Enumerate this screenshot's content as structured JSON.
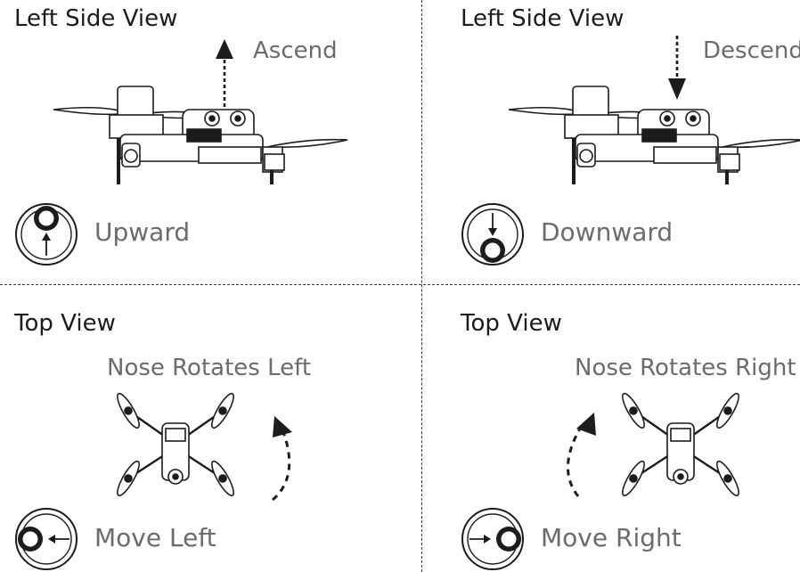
{
  "panels": {
    "ascend": {
      "title": "Left Side View",
      "annotation": "Ascend",
      "stick_label": "Upward"
    },
    "descend": {
      "title": "Left Side View",
      "annotation": "Descend",
      "stick_label": "Downward"
    },
    "rotate_left": {
      "title": "Top View",
      "annotation": "Nose Rotates Left",
      "stick_label": "Move Left"
    },
    "rotate_right": {
      "title": "Top View",
      "annotation": "Nose Rotates Right",
      "stick_label": "Move Right"
    }
  },
  "icons": {
    "drone_side": "drone-side-view-icon",
    "drone_top": "drone-top-view-icon",
    "control_stick": "control-stick-icon",
    "arrow": "arrow-icon"
  },
  "colors": {
    "line": "#1c1c1c",
    "label": "#6b6b6b",
    "background": "#ffffff"
  }
}
